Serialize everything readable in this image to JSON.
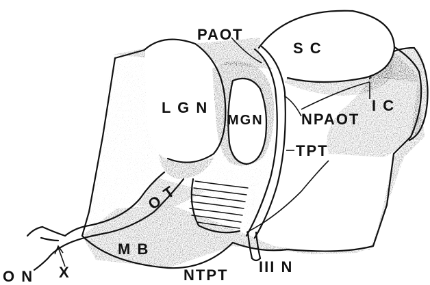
{
  "labels": {
    "paot": "PAOT",
    "sc": "S C",
    "lgn": "L G N",
    "mgn": "MGN",
    "npaot": "NPAOT",
    "ic": "I C",
    "tpt": "TPT",
    "ot": "O T",
    "mb": "M B",
    "on": "O N",
    "x": "X",
    "ntpt": "NTPT",
    "iiin": "III N"
  }
}
